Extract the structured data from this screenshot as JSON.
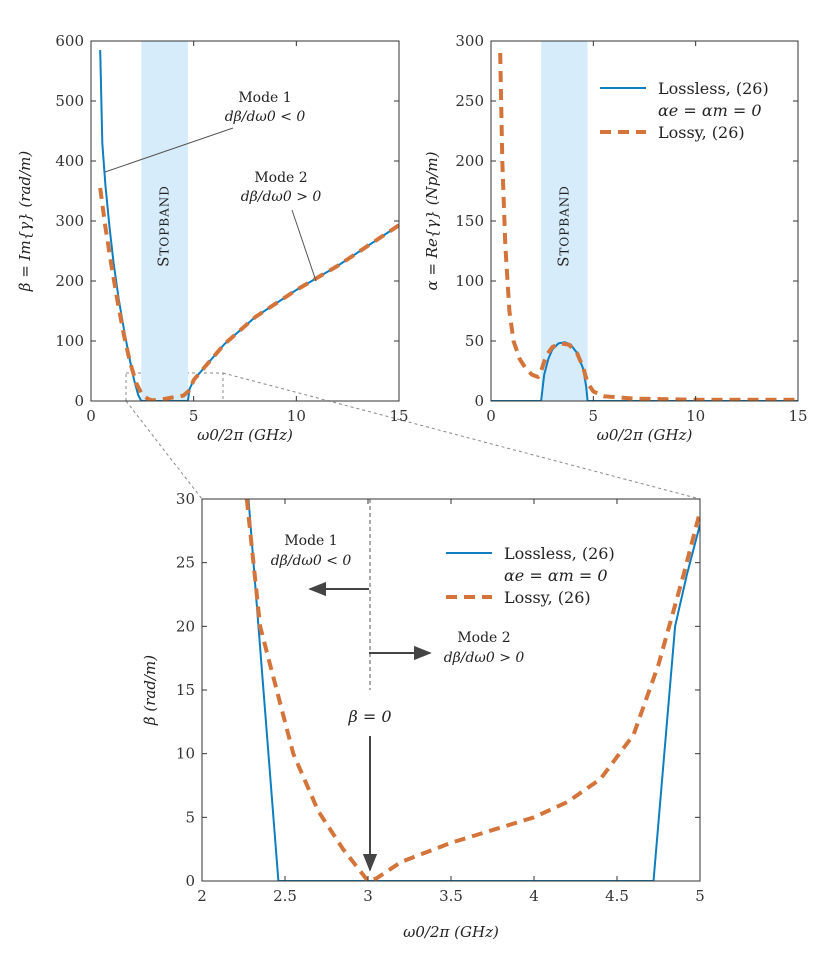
{
  "colors": {
    "lossless": "#0e7ec0",
    "lossy": "#d4743a",
    "stopband": "#d6ecfa",
    "arrow": "#444444",
    "axis": "#333333",
    "zoom_line": "#888888"
  },
  "chart_data": [
    {
      "type": "line",
      "id": "beta",
      "xlabel": "ω0/2π (GHz)",
      "ylabel": "β = Im{γ} (rad/m)",
      "xlim": [
        0,
        15
      ],
      "ylim": [
        0,
        600
      ],
      "xticks": [
        0,
        5,
        10,
        15
      ],
      "yticks": [
        0,
        100,
        200,
        300,
        400,
        500,
        600
      ],
      "x_tick_labels": [
        "0",
        "5",
        "10",
        "15"
      ],
      "y_tick_labels": [
        "0",
        "100",
        "200",
        "300",
        "400",
        "500",
        "600"
      ],
      "stopband": {
        "x0": 2.45,
        "x1": 4.72,
        "label": "STOPBAND"
      },
      "annotations": [
        {
          "text": "Mode 1",
          "sub": "dβ/dω0 < 0"
        },
        {
          "text": "Mode 2",
          "sub": "dβ/dω0 > 0"
        }
      ],
      "series": [
        {
          "name": "Lossless, (26)",
          "style": "solid",
          "x": [
            0.45,
            0.55,
            0.7,
            0.9,
            1.1,
            1.35,
            1.6,
            1.85,
            2.1,
            2.3,
            2.45,
            4.72,
            4.8,
            5.0,
            5.5,
            6.5,
            8,
            10,
            12,
            15
          ],
          "y": [
            585,
            430,
            360,
            290,
            230,
            170,
            120,
            75,
            35,
            10,
            0,
            0,
            20,
            35,
            55,
            95,
            140,
            185,
            225,
            293
          ]
        },
        {
          "name": "Lossy, (26)",
          "style": "dashed",
          "x": [
            0.45,
            0.7,
            1.0,
            1.3,
            1.6,
            1.9,
            2.2,
            2.5,
            2.8,
            3.0,
            3.5,
            4.0,
            4.5,
            4.8,
            5.0,
            5.5,
            6.5,
            8,
            10,
            12,
            15
          ],
          "y": [
            355,
            290,
            225,
            165,
            110,
            65,
            30,
            10,
            3,
            1,
            3,
            6,
            9,
            18,
            35,
            55,
            95,
            140,
            185,
            225,
            293
          ]
        }
      ]
    },
    {
      "type": "line",
      "id": "alpha",
      "xlabel": "ω0/2π (GHz)",
      "ylabel": "α = Re{γ} (Np/m)",
      "xlim": [
        0,
        15
      ],
      "ylim": [
        0,
        300
      ],
      "xticks": [
        0,
        5,
        10,
        15
      ],
      "yticks": [
        0,
        50,
        100,
        150,
        200,
        250,
        300
      ],
      "x_tick_labels": [
        "0",
        "5",
        "10",
        "15"
      ],
      "y_tick_labels": [
        "0",
        "50",
        "100",
        "150",
        "200",
        "250",
        "300"
      ],
      "stopband": {
        "x0": 2.45,
        "x1": 4.72,
        "label": "STOPBAND"
      },
      "legend": {
        "position": "top-right",
        "entries": [
          "Lossless, (26)",
          "αe = αm = 0",
          "Lossy, (26)"
        ]
      },
      "series": [
        {
          "name": "Lossless, (26)",
          "style": "solid",
          "x": [
            0,
            2.45,
            2.6,
            2.8,
            3.0,
            3.3,
            3.6,
            3.9,
            4.2,
            4.5,
            4.65,
            4.72,
            15
          ],
          "y": [
            0,
            0,
            22,
            35,
            43,
            48,
            49,
            47,
            40,
            27,
            12,
            0,
            0
          ]
        },
        {
          "name": "Lossy, (26)",
          "style": "dashed",
          "x": [
            0.45,
            0.55,
            0.7,
            0.9,
            1.1,
            1.4,
            1.7,
            2.0,
            2.3,
            2.45,
            2.7,
            3.0,
            3.4,
            3.8,
            4.2,
            4.5,
            4.72,
            5.0,
            5.5,
            7,
            10,
            15
          ],
          "y": [
            290,
            200,
            130,
            75,
            50,
            35,
            27,
            22,
            20,
            25,
            38,
            45,
            48,
            47,
            40,
            28,
            15,
            8,
            4,
            2,
            1,
            1
          ]
        }
      ]
    },
    {
      "type": "line",
      "id": "zoom",
      "xlabel": "ω0/2π (GHz)",
      "ylabel": "β (rad/m)",
      "xlim": [
        2,
        5
      ],
      "ylim": [
        0,
        30
      ],
      "xticks": [
        2,
        2.5,
        3,
        3.5,
        4,
        4.5,
        5
      ],
      "yticks": [
        0,
        5,
        10,
        15,
        20,
        25,
        30
      ],
      "x_tick_labels": [
        "2",
        "2.5",
        "3",
        "3.5",
        "4",
        "4.5",
        "5"
      ],
      "y_tick_labels": [
        "0",
        "5",
        "10",
        "15",
        "20",
        "25",
        "30"
      ],
      "legend": {
        "position": "top-right",
        "entries": [
          "Lossless, (26)",
          "αe = αm = 0",
          "Lossy, (26)"
        ]
      },
      "annotations": [
        {
          "text": "Mode 1",
          "sub": "dβ/dω0 < 0"
        },
        {
          "text": "Mode 2",
          "sub": "dβ/dω0 > 0"
        },
        {
          "text": "β = 0"
        }
      ],
      "series": [
        {
          "name": "Lossless, (26)",
          "style": "solid",
          "x": [
            2.28,
            2.46,
            4.72,
            4.85,
            4.92,
            5.0
          ],
          "y": [
            30,
            0,
            0,
            20,
            24,
            28
          ]
        },
        {
          "name": "Lossy, (26)",
          "style": "dashed",
          "x": [
            2.27,
            2.35,
            2.45,
            2.55,
            2.7,
            2.85,
            3.0,
            3.05,
            3.2,
            3.5,
            3.8,
            4.0,
            4.2,
            4.4,
            4.6,
            4.75,
            4.9,
            5.0
          ],
          "y": [
            30,
            20,
            15,
            10,
            5.5,
            2.5,
            0,
            0.2,
            1.5,
            3,
            4.2,
            5,
            6.2,
            8,
            11.5,
            17,
            24,
            29
          ]
        }
      ]
    }
  ]
}
